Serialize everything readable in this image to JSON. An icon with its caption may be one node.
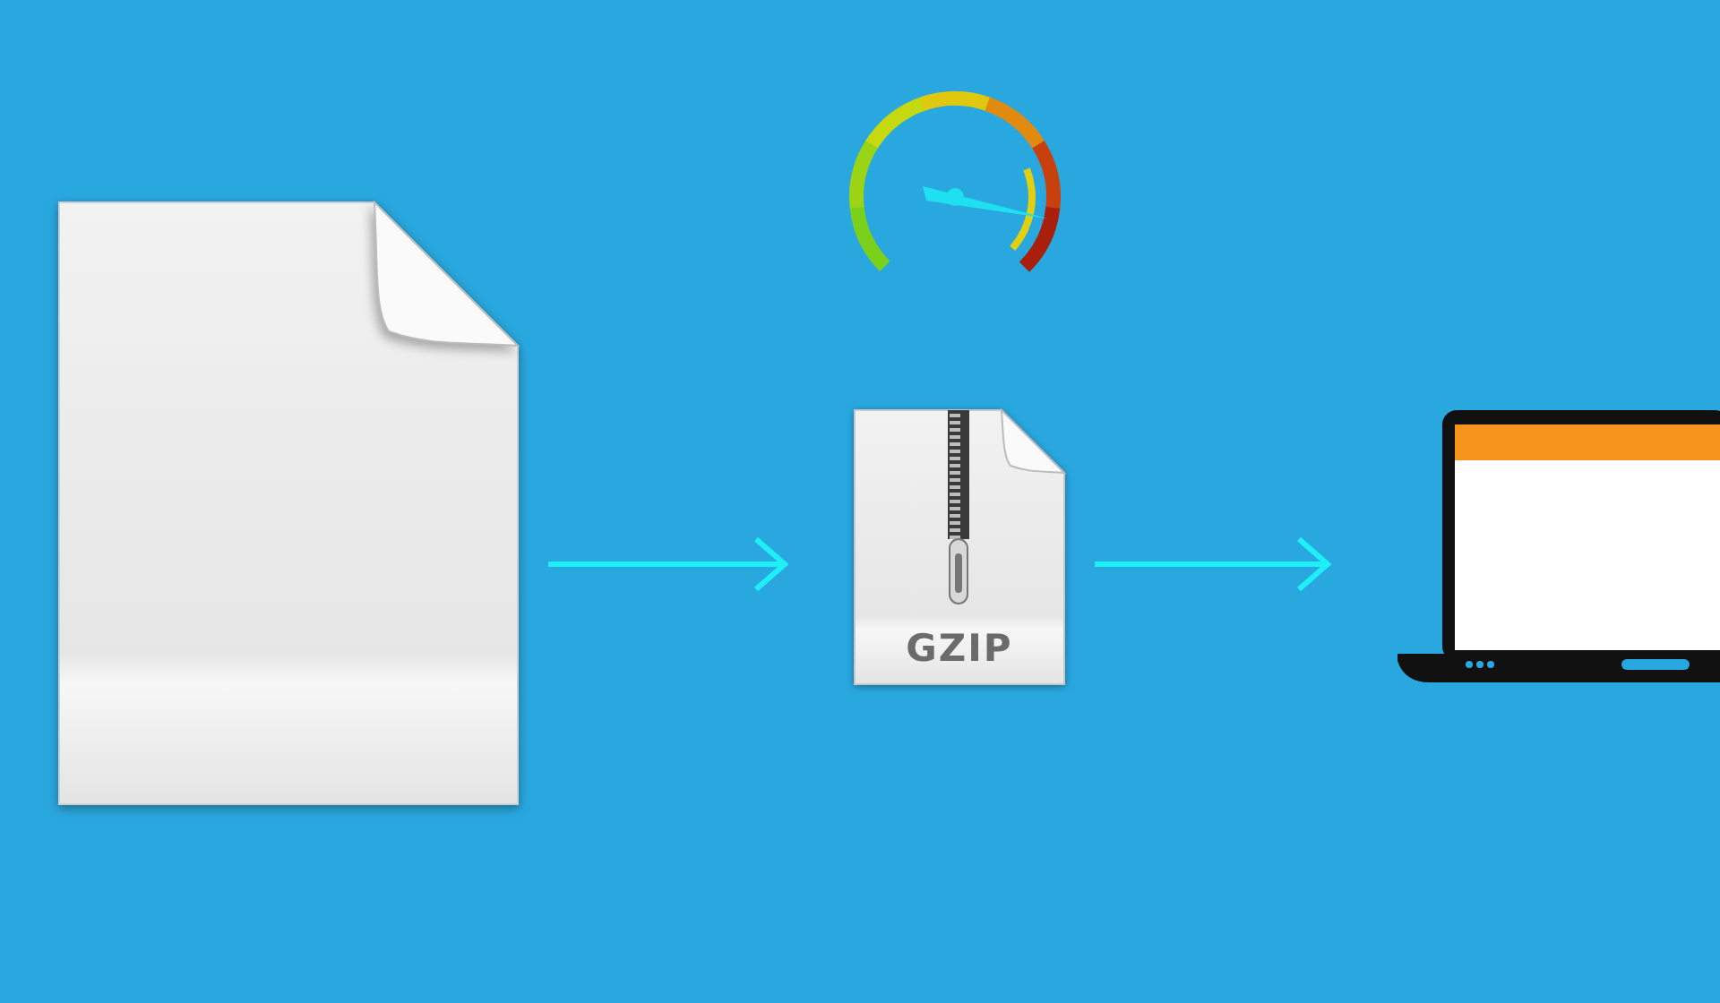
{
  "diagram": {
    "nodes": [
      {
        "text": [],
        "shape": "document"
      },
      {
        "text": [
          "GZIP"
        ]
      },
      {
        "text": [],
        "shape": "laptop"
      }
    ],
    "edges": [
      {
        "from": 0,
        "to": 1,
        "arrow": "to"
      },
      {
        "from": 1,
        "to": 2,
        "arrow": "to"
      }
    ]
  }
}
